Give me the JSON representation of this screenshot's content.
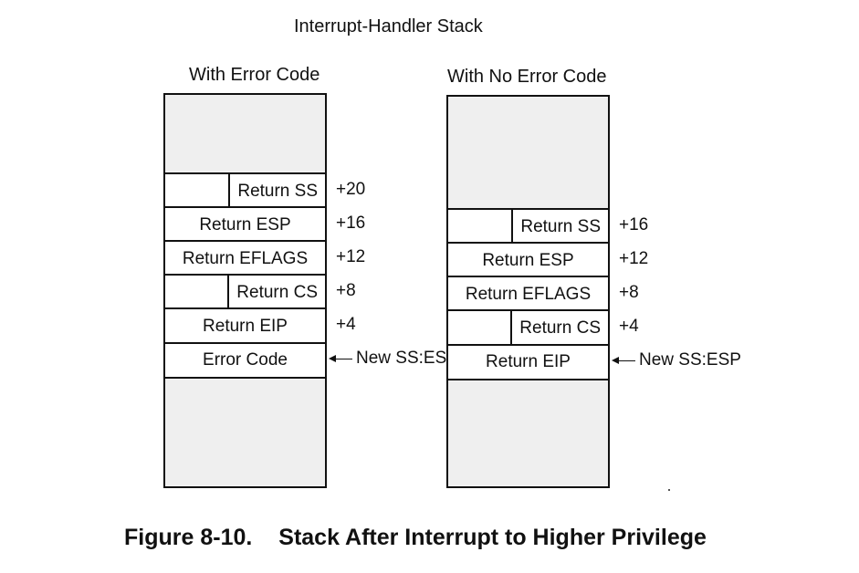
{
  "title": "Interrupt-Handler Stack",
  "left": {
    "heading": "With Error Code",
    "rows": [
      {
        "label": "Return SS",
        "offset": "+20",
        "half": true
      },
      {
        "label": "Return ESP",
        "offset": "+16",
        "half": false
      },
      {
        "label": "Return EFLAGS",
        "offset": "+12",
        "half": false
      },
      {
        "label": "Return CS",
        "offset": "+8",
        "half": true
      },
      {
        "label": "Return EIP",
        "offset": "+4",
        "half": false
      },
      {
        "label": "Error Code",
        "offset": "",
        "half": false
      }
    ],
    "pointer": "New SS:ESP"
  },
  "right": {
    "heading": "With No Error Code",
    "rows": [
      {
        "label": "Return SS",
        "offset": "+16",
        "half": true
      },
      {
        "label": "Return ESP",
        "offset": "+12",
        "half": false
      },
      {
        "label": "Return EFLAGS",
        "offset": "+8",
        "half": false
      },
      {
        "label": "Return CS",
        "offset": "+4",
        "half": true
      },
      {
        "label": "Return EIP",
        "offset": "",
        "half": false
      }
    ],
    "pointer": "New SS:ESP"
  },
  "caption": {
    "number": "Figure 8-10.",
    "text": "Stack After Interrupt to Higher Privilege"
  }
}
